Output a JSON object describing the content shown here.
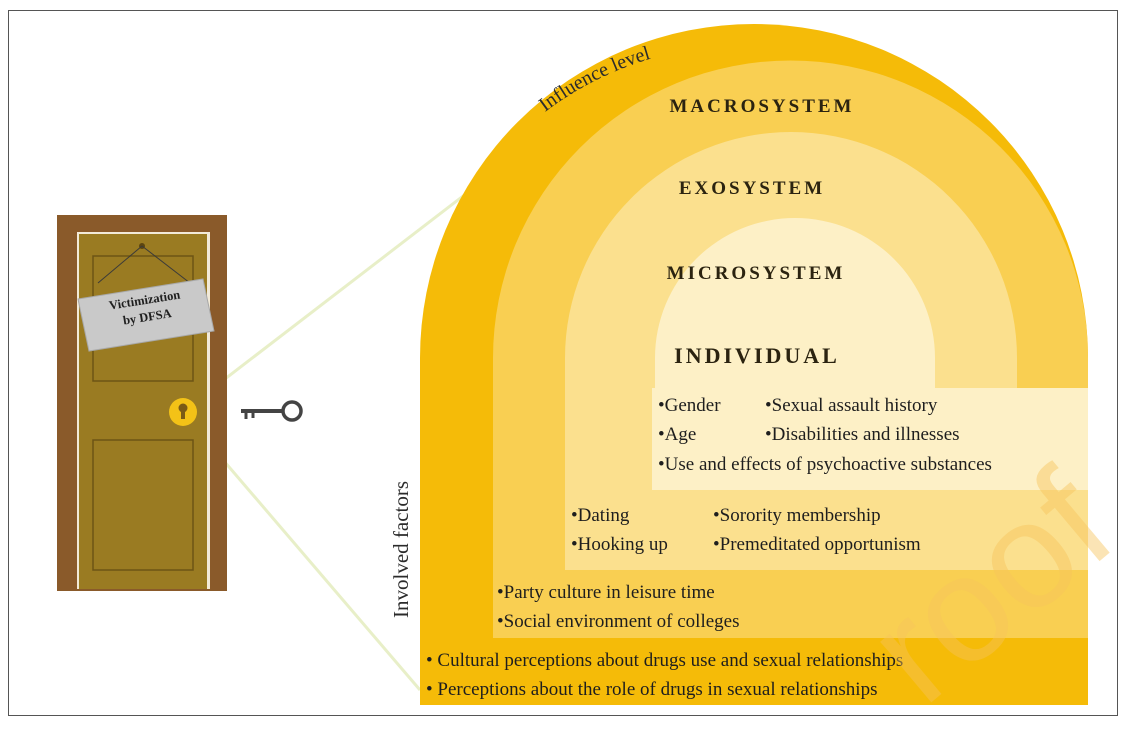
{
  "door": {
    "sign_line1": "Victimization",
    "sign_line2": "by DFSA"
  },
  "labels": {
    "influence_level": "Influence level",
    "involved_factors": "Involved factors"
  },
  "levels": {
    "macrosystem": {
      "title": "MACROSYSTEM",
      "factors": [
        "• Cultural perceptions about drugs use and sexual relationships",
        "• Perceptions about the role of drugs in sexual relationships"
      ]
    },
    "exosystem": {
      "title": "EXOSYSTEM",
      "factors": [
        "•Party culture in leisure time",
        "•Social environment of colleges"
      ]
    },
    "microsystem": {
      "title": "MICROSYSTEM",
      "factors": [
        "•Dating",
        "•Sorority membership",
        "•Hooking up",
        "•Premeditated opportunism"
      ]
    },
    "individual": {
      "title": "INDIVIDUAL",
      "factors": [
        "•Gender",
        "•Sexual assault history",
        "•Age",
        "•Disabilities and illnesses",
        "•Use and effects of psychoactive substances"
      ]
    }
  },
  "watermark": "roof",
  "colors": {
    "macrosystem": "#f5bb08",
    "exosystem": "#f9cf52",
    "microsystem": "#fbe08e",
    "individual": "#fdf0c6",
    "door": "#9a7b22",
    "door_frame": "#8a5a2a"
  }
}
